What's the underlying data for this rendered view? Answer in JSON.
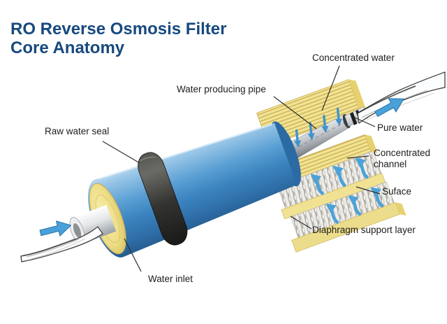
{
  "title": {
    "line1": "RO Reverse Osmosis Filter",
    "line2": "Core Anatomy"
  },
  "labels": {
    "concentrated_water": "Concentrated water",
    "water_producing_pipe": "Water producing pipe",
    "raw_water_seal": "Raw water seal",
    "pure_water": "Pure water",
    "concentrated_channel": "Concentrated channel",
    "surface": "Suface",
    "diaphragm_support_layer": "Diaphragm support layer",
    "water_inlet": "Water inlet"
  },
  "icons": {
    "inlet_flow_arrow": "right-up-flow-arrow",
    "outlet_flow_arrow": "right-up-flow-arrow",
    "permeate_arrows": "small-down-darts",
    "channel_arrows": "curved-up-arrows"
  },
  "colors": {
    "background": "#FFFFFF",
    "title_text": "#17497E",
    "label_text": "#1D1D1B",
    "leader_line": "#2E2E2E",
    "membrane_blue": "#4A90C8",
    "seal_ring_dark": "#3A3A38",
    "membrane_yellow": "#F0E190",
    "support_layer_white": "#EFEEEA",
    "flow_arrow_blue": "#3E97D3",
    "pipe_silver": "#C3C7CB"
  }
}
